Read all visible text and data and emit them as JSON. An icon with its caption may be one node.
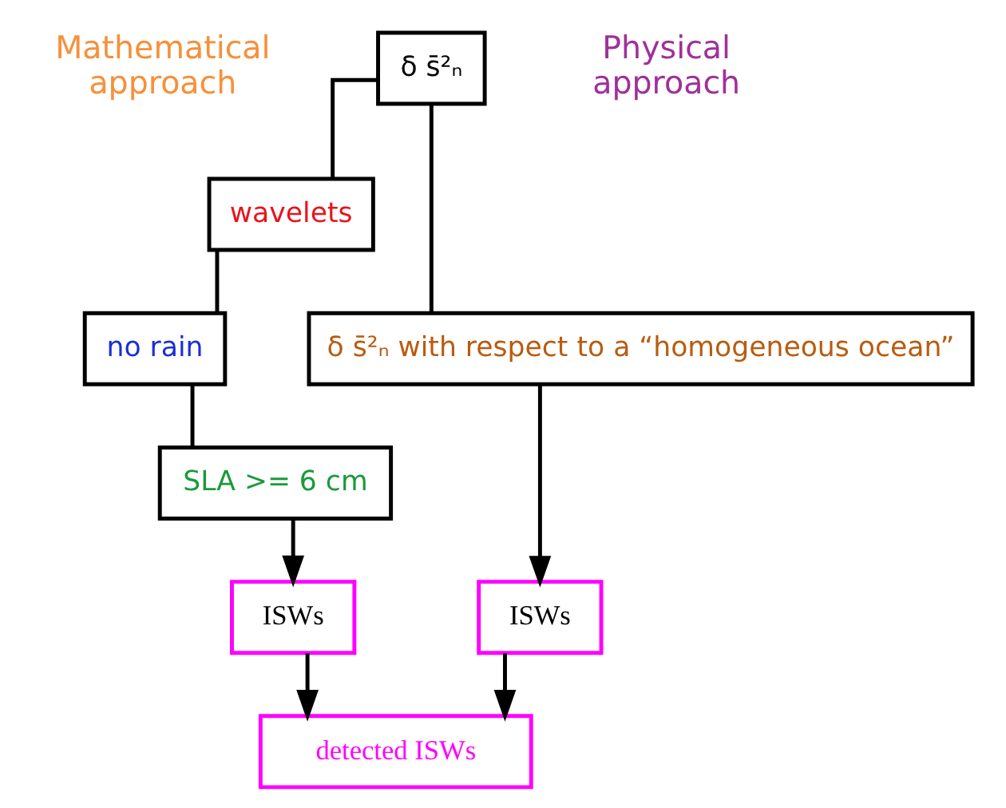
{
  "diagram": {
    "nodes": [
      {
        "text": [
          "δ s̄²ₙ"
        ]
      },
      {
        "text": [
          "wavelets"
        ]
      },
      {
        "text": [
          "no rain"
        ]
      },
      {
        "text": [
          "SLA >= 6 cm"
        ]
      },
      {
        "text": [
          "ISWs"
        ]
      },
      {
        "text": [
          "δ s̄²ₙ with respect to a “homogeneous ocean”"
        ]
      },
      {
        "text": [
          "ISWs"
        ]
      },
      {
        "text": [
          "detected ISWs"
        ]
      }
    ],
    "edges": [
      {
        "from": 0,
        "to": 1,
        "arrow": "none"
      },
      {
        "from": 1,
        "to": 2,
        "arrow": "none"
      },
      {
        "from": 2,
        "to": 3,
        "arrow": "none"
      },
      {
        "from": 3,
        "to": 4,
        "arrow": "to"
      },
      {
        "from": 0,
        "to": 5,
        "arrow": "none"
      },
      {
        "from": 5,
        "to": 6,
        "arrow": "to"
      },
      {
        "from": 4,
        "to": 7,
        "arrow": "to"
      },
      {
        "from": 6,
        "to": 7,
        "arrow": "to"
      }
    ],
    "labels": [
      "Mathematical approach",
      "Physical approach"
    ]
  }
}
